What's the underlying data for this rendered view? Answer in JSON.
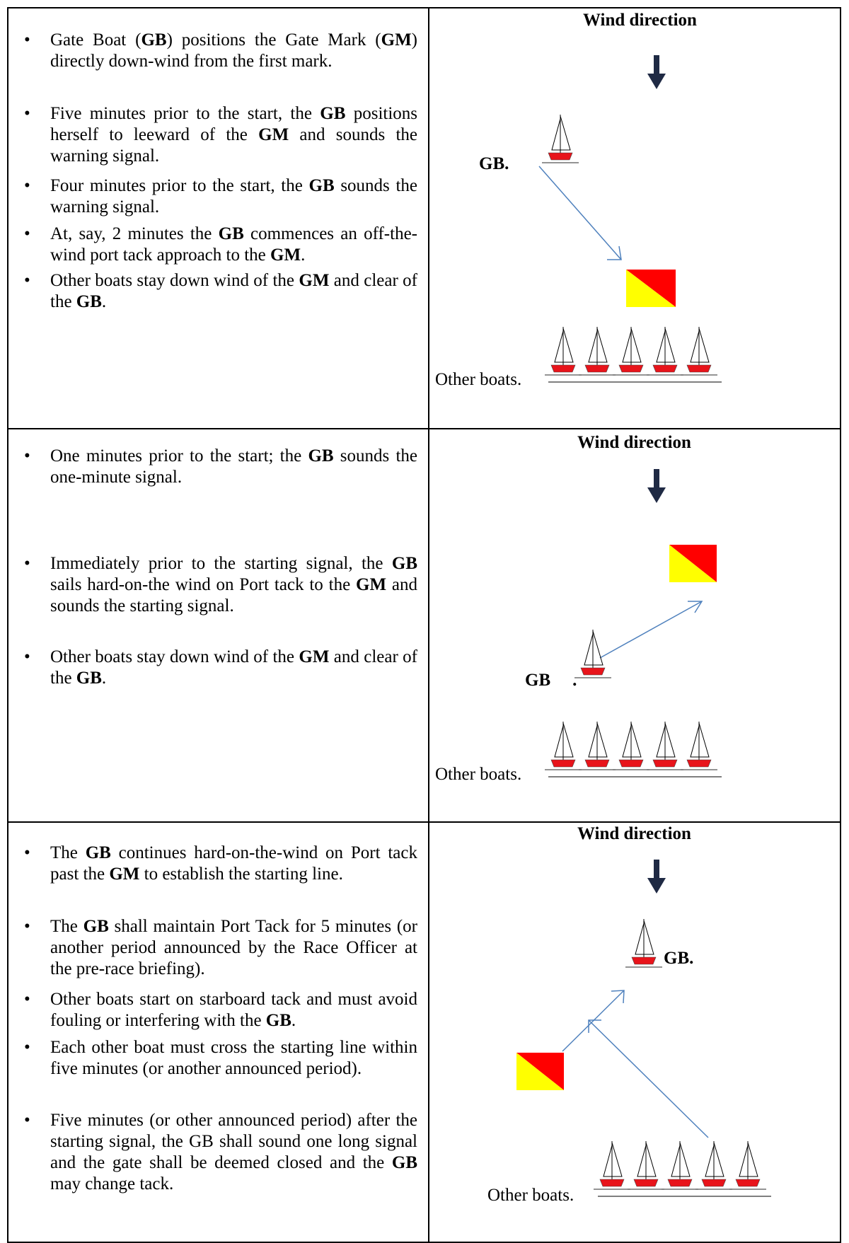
{
  "rows": [
    {
      "bullets": [
        [
          {
            "t": "Gate Boat ("
          },
          {
            "t": "GB",
            "b": true
          },
          {
            "t": ") positions the Gate Mark ("
          },
          {
            "t": "GM",
            "b": true
          },
          {
            "t": ") directly down-wind from the first mark."
          }
        ],
        [
          {
            "t": "Five minutes prior to the start, the "
          },
          {
            "t": "GB",
            "b": true
          },
          {
            "t": " positions herself to leeward of the "
          },
          {
            "t": "GM",
            "b": true
          },
          {
            "t": " and sounds the warning signal."
          }
        ],
        [
          {
            "t": "Four minutes prior to the start, the "
          },
          {
            "t": "GB",
            "b": true
          },
          {
            "t": " sounds the warning signal."
          }
        ],
        [
          {
            "t": "At, say, 2 minutes the "
          },
          {
            "t": "GB",
            "b": true
          },
          {
            "t": " commences an off-the-wind port tack approach to the "
          },
          {
            "t": "GM",
            "b": true
          },
          {
            "t": "."
          }
        ],
        [
          {
            "t": "Other boats stay down wind of the "
          },
          {
            "t": "GM",
            "b": true
          },
          {
            "t": " and clear of the "
          },
          {
            "t": "GB",
            "b": true
          },
          {
            "t": "."
          }
        ]
      ],
      "diagram": {
        "wind_label": "Wind direction",
        "gb_label": "GB.",
        "others_label": "Other boats."
      }
    },
    {
      "bullets": [
        [
          {
            "t": "One minutes prior to the start; the "
          },
          {
            "t": "GB",
            "b": true
          },
          {
            "t": " sounds the one-minute signal."
          }
        ],
        [
          {
            "t": "Immediately prior to the starting signal, the "
          },
          {
            "t": "GB",
            "b": true
          },
          {
            "t": " sails hard-on-the wind on Port tack to the "
          },
          {
            "t": "GM",
            "b": true
          },
          {
            "t": " and sounds the starting signal."
          }
        ],
        [
          {
            "t": "Other boats stay down wind of the "
          },
          {
            "t": "GM",
            "b": true
          },
          {
            "t": " and clear of the "
          },
          {
            "t": "GB",
            "b": true
          },
          {
            "t": "."
          }
        ]
      ],
      "diagram": {
        "wind_label": "Wind direction",
        "gb_label": "GB",
        "gb_suffix": ".",
        "others_label": "Other boats."
      }
    },
    {
      "bullets": [
        [
          {
            "t": "The "
          },
          {
            "t": "GB",
            "b": true
          },
          {
            "t": " continues hard-on-the-wind on Port tack past the "
          },
          {
            "t": "GM",
            "b": true
          },
          {
            "t": " to establish the starting line."
          }
        ],
        [
          {
            "t": "The "
          },
          {
            "t": "GB",
            "b": true
          },
          {
            "t": " shall maintain Port Tack for 5 minutes (or another period announced by the Race Officer at the pre-race briefing)."
          }
        ],
        [
          {
            "t": "Other boats start on starboard tack and must avoid fouling or interfering with the "
          },
          {
            "t": "GB",
            "b": true
          },
          {
            "t": "."
          }
        ],
        [
          {
            "t": "Each other boat must cross the starting line within five minutes (or another announced period)."
          }
        ],
        [
          {
            "t": "Five minutes (or other announced period) after the starting signal, the GB shall sound one long signal and the gate shall be deemed closed and the "
          },
          {
            "t": "GB",
            "b": true
          },
          {
            "t": " may change tack."
          }
        ]
      ],
      "diagram": {
        "wind_label": "Wind direction",
        "gb_label": "GB.",
        "others_label": "Other boats."
      }
    }
  ],
  "colors": {
    "flag_red": "#ff0000",
    "flag_yellow": "#ffff00",
    "hull_red": "#e8141b",
    "arrow_blue": "#4f81bd",
    "wind_arrow": "#1f2a44"
  },
  "icons": {
    "wind": "down-arrow-icon",
    "boat": "sailboat-icon",
    "mark": "gate-mark-flag-icon"
  }
}
